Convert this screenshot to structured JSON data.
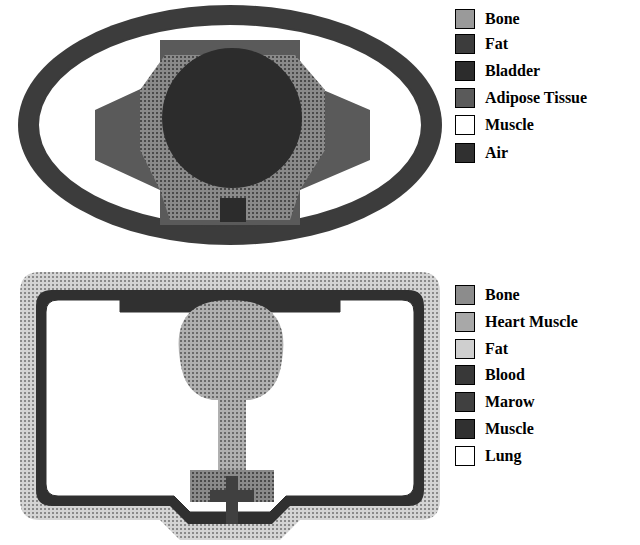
{
  "diagram": {
    "legend": [
      {
        "text": "Bone",
        "color": "#9a9a9a"
      },
      {
        "text": "Fat",
        "color": "#3c3c3c"
      },
      {
        "text": "Bladder",
        "color": "#2c2c2c"
      },
      {
        "text": "Adipose Tissue",
        "color": "#5a5a5a"
      },
      {
        "text": "Muscle",
        "color": "#ffffff"
      },
      {
        "text": "Air",
        "color": "#303030"
      },
      {
        "text": "Bone",
        "color": "#8c8c8c"
      },
      {
        "text": "Heart Muscle",
        "color": "#a8a8a8"
      },
      {
        "text": "Fat",
        "color": "#cfcfcf"
      },
      {
        "text": "Blood",
        "color": "#383838"
      },
      {
        "text": "Marow",
        "color": "#404040"
      },
      {
        "text": "Muscle",
        "color": "#303030"
      },
      {
        "text": "Lung",
        "color": "#ffffff"
      }
    ]
  }
}
